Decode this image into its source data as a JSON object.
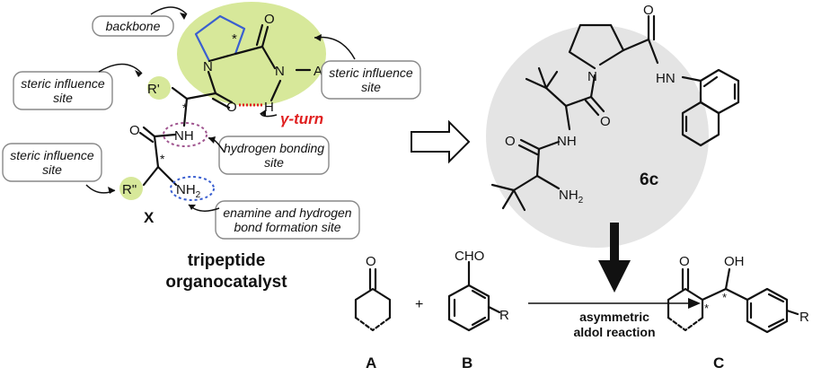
{
  "labels": {
    "backbone": "backbone",
    "steric_top_right": [
      "steric influence",
      "site"
    ],
    "steric_mid_left": [
      "steric influence",
      "site"
    ],
    "steric_low_left": [
      "steric influence",
      "site"
    ],
    "hydrogen_bonding": [
      "hydrogen bonding",
      "site"
    ],
    "enamine": [
      "enamine and  hydrogen",
      "bond formation site"
    ],
    "gamma_turn": "γ-turn",
    "compound_x": "X",
    "compound_6c": "6c",
    "title": [
      "tripeptide",
      "organocatalyst"
    ],
    "reaction": [
      "asymmetric",
      "aldol reaction"
    ],
    "cmpd_a": "A",
    "cmpd_b": "B",
    "cmpd_c": "C",
    "plus": "+",
    "R": "R",
    "R1": "R'",
    "R2": "R\"",
    "Ar": "Ar",
    "CHO": "CHO",
    "OH": "OH",
    "O": "O",
    "N": "N",
    "NH": "NH",
    "H": "H",
    "HN": "HN",
    "NH2": "NH",
    "sub2": "2",
    "star": "*"
  },
  "colors": {
    "highlight_green": "#d7e89a",
    "catalyst_gray": "#e4e4e4",
    "gamma_red": "#e02020",
    "hbond_dashed_circle": "#a0558f",
    "enamine_dashed_circle": "#3a5fd0",
    "pyrrolidine_blue": "#3a5fd0"
  }
}
